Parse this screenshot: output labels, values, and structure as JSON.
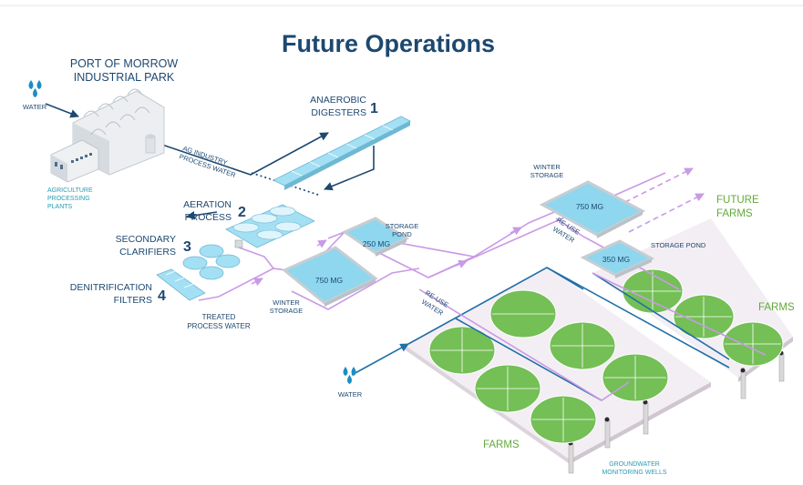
{
  "title": "Future Operations",
  "colors": {
    "navy": "#1d4870",
    "pipe_blue": "#1f6fa8",
    "pipe_purple": "#c99ae6",
    "pond_water": "#8ed7ef",
    "field_green": "#74bf56",
    "label_green": "#63a93a",
    "label_teal": "#2a9bb2"
  },
  "labels": {
    "port_line1": "PORT OF MORROW",
    "port_line2": "INDUSTRIAL PARK",
    "water_top": "WATER",
    "water_bottom": "WATER",
    "ag_line1": "AGRICULTURE",
    "ag_line2": "PROCESSING",
    "ag_line3": "PLANTS",
    "ag_water_line1": "AG INDUSTRY",
    "ag_water_line2": "PROCESS WATER",
    "digesters_line1": "ANAEROBIC",
    "digesters_line2": "DIGESTERS",
    "aeration_line1": "AERATION",
    "aeration_line2": "PROCESS",
    "clarifiers_line1": "SECONDARY",
    "clarifiers_line2": "CLARIFIERS",
    "denitrification_line1": "DENITRIFICATION",
    "denitrification_line2": "FILTERS",
    "treated_line1": "TREATED",
    "treated_line2": "PROCESS WATER",
    "winter_storage_left_line1": "WINTER",
    "winter_storage_left_line2": "STORAGE",
    "storage_pond_left_line1": "STORAGE",
    "storage_pond_left_line2": "POND",
    "winter_storage_right_line1": "WINTER",
    "winter_storage_right_line2": "STORAGE",
    "reuse_left_line1": "RE-USE",
    "reuse_left_line2": "WATER",
    "reuse_right_line1": "RE-USE",
    "reuse_right_line2": "WATER",
    "storage_pond_right": "STORAGE POND",
    "future_farms_line1": "FUTURE",
    "future_farms_line2": "FARMS",
    "farms_right": "FARMS",
    "farms_bottom": "FARMS",
    "gw_line1": "GROUNDWATER",
    "gw_line2": "MONITORING WELLS"
  },
  "steps": [
    {
      "number": "1",
      "name": "Anaerobic Digesters"
    },
    {
      "number": "2",
      "name": "Aeration Process"
    },
    {
      "number": "3",
      "name": "Secondary Clarifiers"
    },
    {
      "number": "4",
      "name": "Denitrification Filters"
    }
  ],
  "ponds": [
    {
      "volume": "250 MG",
      "name": "Storage Pond"
    },
    {
      "volume": "750 MG",
      "name": "Winter Storage"
    },
    {
      "volume": "750 MG",
      "name": "Winter Storage (east)"
    },
    {
      "volume": "350 MG",
      "name": "Storage Pond (east)"
    }
  ]
}
